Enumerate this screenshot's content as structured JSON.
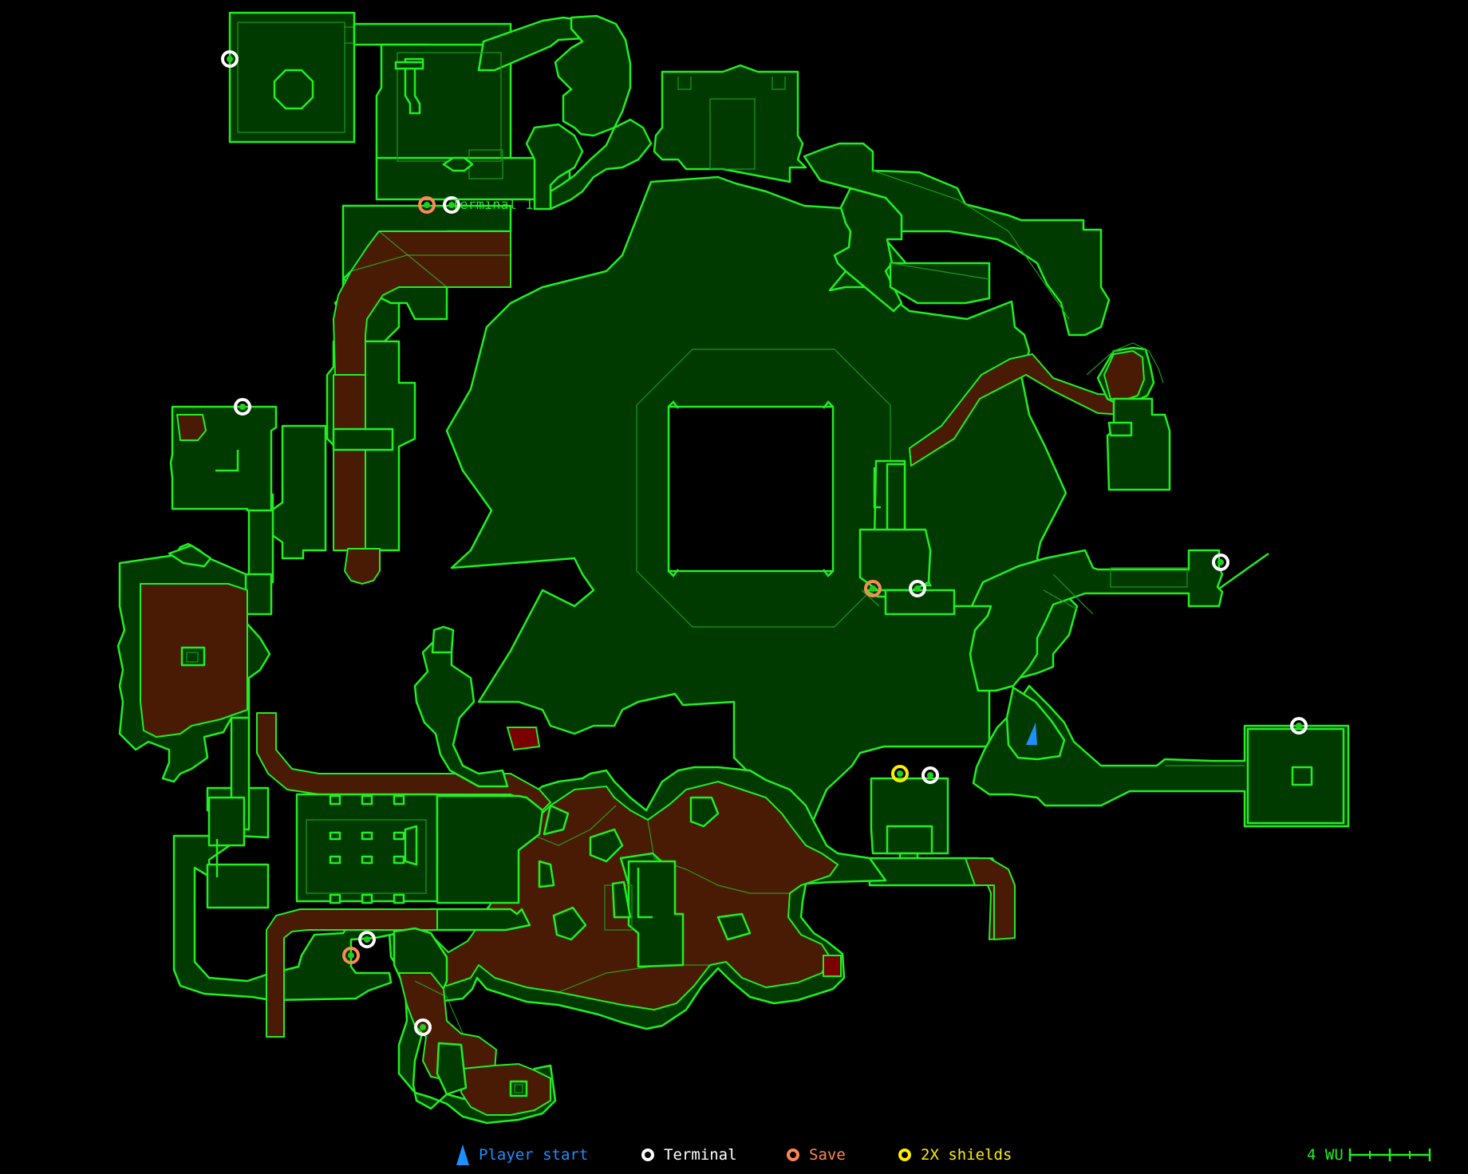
{
  "map": {
    "area_label": "Terminal 1"
  },
  "legend": {
    "player_start": {
      "label": "Player start",
      "color": "#1f8fff"
    },
    "terminal": {
      "label": "Terminal",
      "color": "#ffffff"
    },
    "save": {
      "label": "Save",
      "color": "#ff8855"
    },
    "shields": {
      "label": "2X shields",
      "color": "#ffee00"
    }
  },
  "scale": {
    "label": "4 WU"
  },
  "colors": {
    "wall": "#22ee22",
    "floor": "#003a00",
    "lava": "#4a1b04",
    "background": "#000000"
  }
}
